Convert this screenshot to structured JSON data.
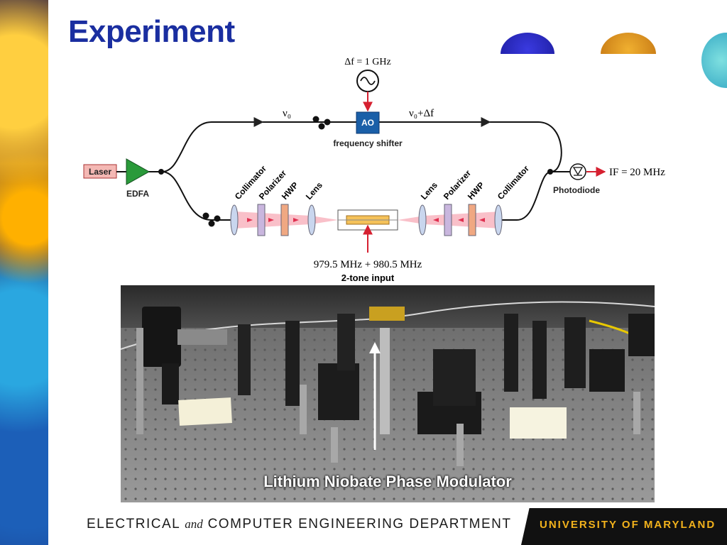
{
  "slide": {
    "title": "Experiment"
  },
  "diagram": {
    "rf_source_label": "Δf = 1 GHz",
    "upper_freq_label": "ν₀",
    "shifted_freq_label": "ν₀+Δf",
    "ao_label": "AO",
    "ao_caption": "frequency shifter",
    "laser_label": "Laser",
    "edfa_label": "EDFA",
    "photodiode_label": "Photodiode",
    "if_label": "IF = 20 MHz",
    "left_components": [
      "Collimator",
      "Polarizer",
      "HWP",
      "Lens"
    ],
    "right_components": [
      "Lens",
      "Polarizer",
      "HWP",
      "Collimator"
    ],
    "input_freq_label": "979.5 MHz + 980.5 MHz",
    "input_caption": "2-tone input",
    "colors": {
      "laser_fill": "#f4b8b4",
      "edfa_fill": "#2a9a3a",
      "ao_fill": "#1a5fa8",
      "beam": "#f07080",
      "arrow_red": "#d62030",
      "modulator": "#f5c25a"
    }
  },
  "photo": {
    "caption": "Lithium Niobate Phase Modulator"
  },
  "footer": {
    "dept_part1": "ELECTRICAL",
    "dept_and": "and",
    "dept_part2": "COMPUTER ENGINEERING DEPARTMENT",
    "university": "UNIVERSITY OF MARYLAND"
  }
}
